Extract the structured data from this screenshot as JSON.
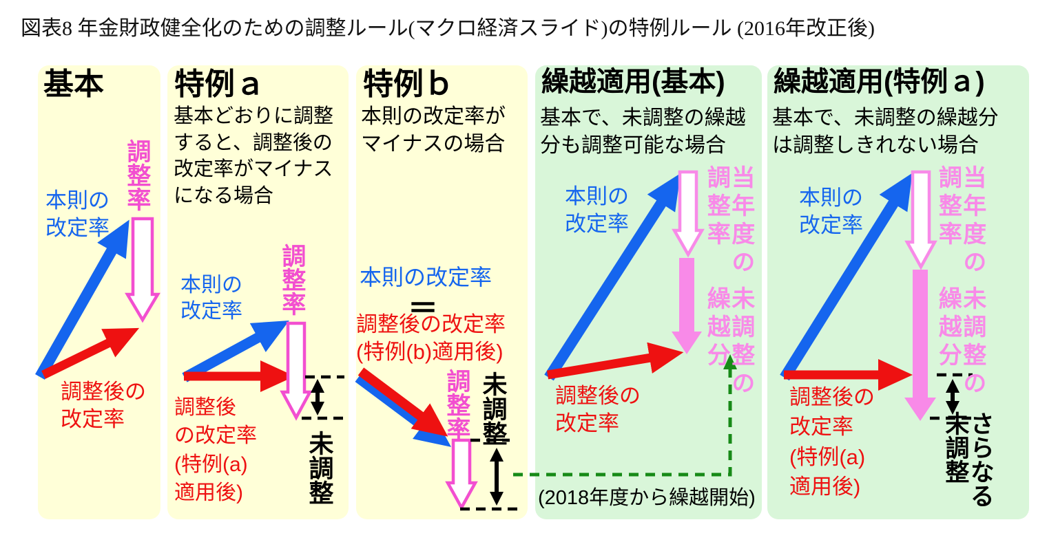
{
  "figure_title": "図表8 年金財政健全化のための調整ルール(マクロ経済スライド)の特例ルール (2016年改正後)",
  "colors": {
    "blue": "#1565EE",
    "red": "#EE1111",
    "magenta": "#F24FD0",
    "pink_light": "#F88AE8",
    "green_dash": "#178A17",
    "panel_yellow": "#FFFFD8",
    "panel_green": "#D9F6D9"
  },
  "panels": {
    "basic": {
      "title": "基本",
      "label_rule_rate": "本則の\n改定率",
      "label_adjust_rate": "調整率",
      "label_adjusted_rate": "調整後の\n改定率"
    },
    "special_a": {
      "title": "特例ａ",
      "desc": "基本どおりに調整\nすると、調整後の\n改定率がマイナス\nになる場合",
      "label_rule_rate": "本則の\n改定率",
      "label_adjust_rate": "調整率",
      "label_adjusted_rate": "調整後\nの改定率\n(特例(a)\n適用後)",
      "label_unadjusted": "未調整"
    },
    "special_b": {
      "title": "特例ｂ",
      "desc": "本則の改定率が\nマイナスの場合",
      "label_rule_rate": "本則の改定率",
      "equals": "＝",
      "label_adjusted_rate": "調整後の改定率\n(特例(b)適用後)",
      "label_adjust_rate": "調整率",
      "label_unadjusted": "未調整"
    },
    "carryover_basic": {
      "title": "繰越適用(基本)",
      "desc": "基本で、未調整の繰越\n分も調整可能な場合",
      "label_rule_rate": "本則の\n改定率",
      "label_current_adjust": "当年度の\n調整率",
      "label_unadj_carryover": "未調整の\n繰越分",
      "label_adjusted_rate": "調整後の\n改定率",
      "note": "(2018年度から繰越開始)"
    },
    "carryover_special_a": {
      "title": "繰越適用(特例ａ)",
      "desc": "基本で、未調整の繰越分\nは調整しきれない場合",
      "label_rule_rate": "本則の\n改定率",
      "label_current_adjust": "当年度の\n調整率",
      "label_unadj_carryover": "未調整の\n繰越分",
      "label_adjusted_rate": "調整後の\n改定率\n(特例(a)\n適用後)",
      "label_further_unadjusted": "さらなる\n未調整"
    }
  }
}
